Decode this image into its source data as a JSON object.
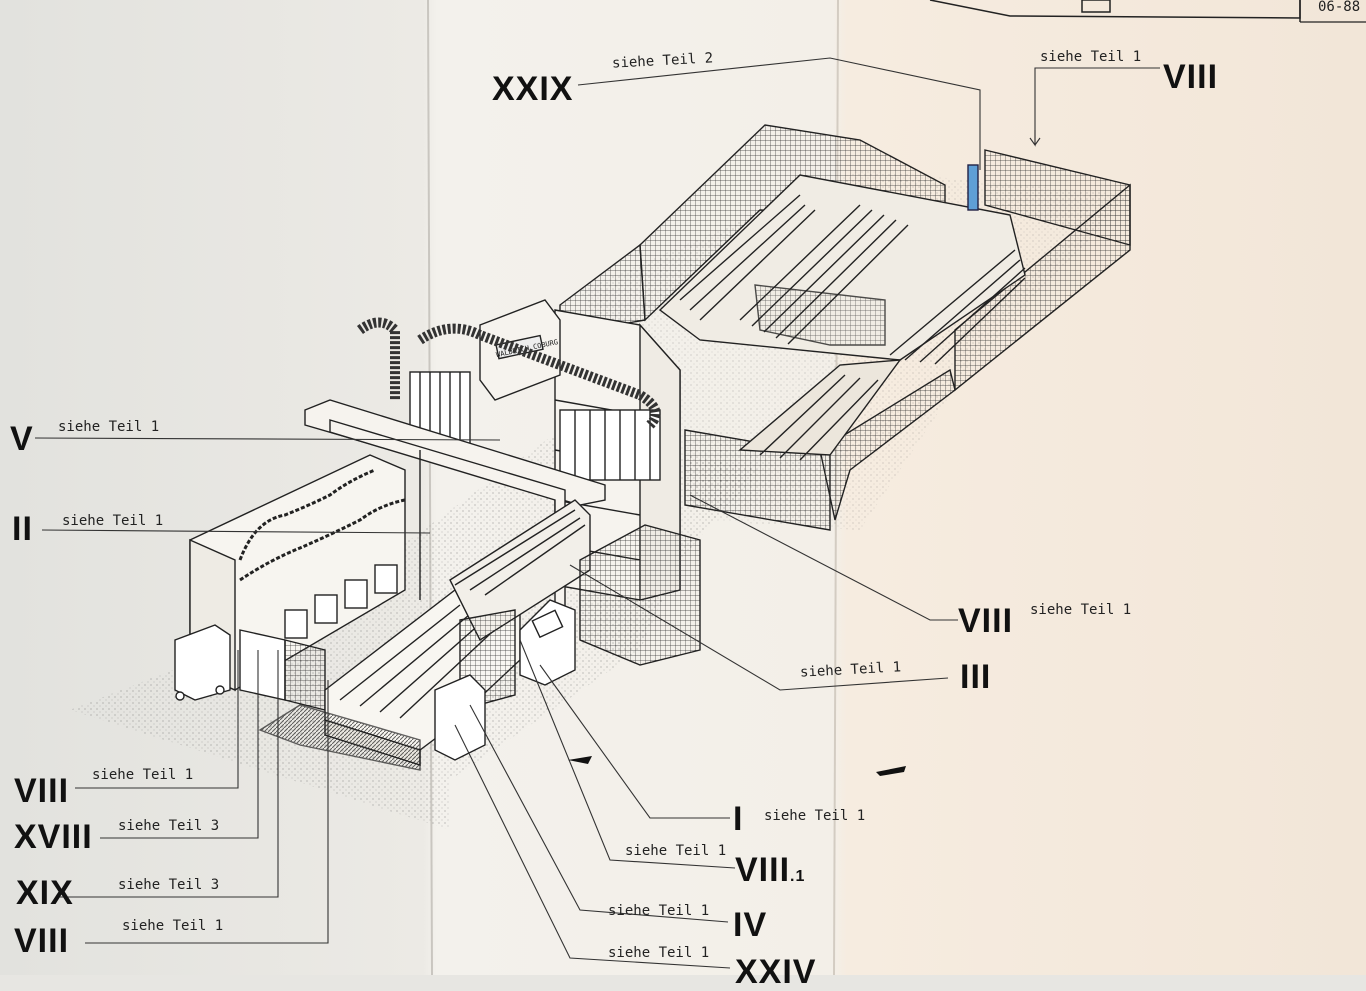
{
  "header": {
    "code": "06-88"
  },
  "callouts": [
    {
      "id": "c-xxix",
      "roman": "XXIX",
      "note": "siehe Teil 2"
    },
    {
      "id": "c-viii-top",
      "roman": "VIII",
      "note": "siehe Teil 1"
    },
    {
      "id": "c-v",
      "roman": "V",
      "note": "siehe Teil 1"
    },
    {
      "id": "c-ii",
      "roman": "II",
      "note": "siehe Teil 1"
    },
    {
      "id": "c-viii-right",
      "roman": "VIII",
      "note": "siehe Teil 1"
    },
    {
      "id": "c-iii",
      "roman": "III",
      "note": "siehe Teil 1"
    },
    {
      "id": "c-viii-bl1",
      "roman": "VIII",
      "note": "siehe Teil 1"
    },
    {
      "id": "c-xviii",
      "roman": "XVIII",
      "note": "siehe Teil 3"
    },
    {
      "id": "c-xix",
      "roman": "XIX",
      "note": "siehe Teil 3"
    },
    {
      "id": "c-viii-bl2",
      "roman": "VIII",
      "note": "siehe Teil 1"
    },
    {
      "id": "c-i",
      "roman": "I",
      "note": "siehe Teil 1"
    },
    {
      "id": "c-viii1",
      "roman": "VIII",
      "suffix": ".1",
      "note": "siehe Teil 1"
    },
    {
      "id": "c-iv",
      "roman": "IV",
      "note": "siehe Teil 1"
    },
    {
      "id": "c-xxiv",
      "roman": "XXIV",
      "note": "siehe Teil 1"
    }
  ],
  "machine": {
    "nameplate": "WALDRICH COBURG"
  }
}
